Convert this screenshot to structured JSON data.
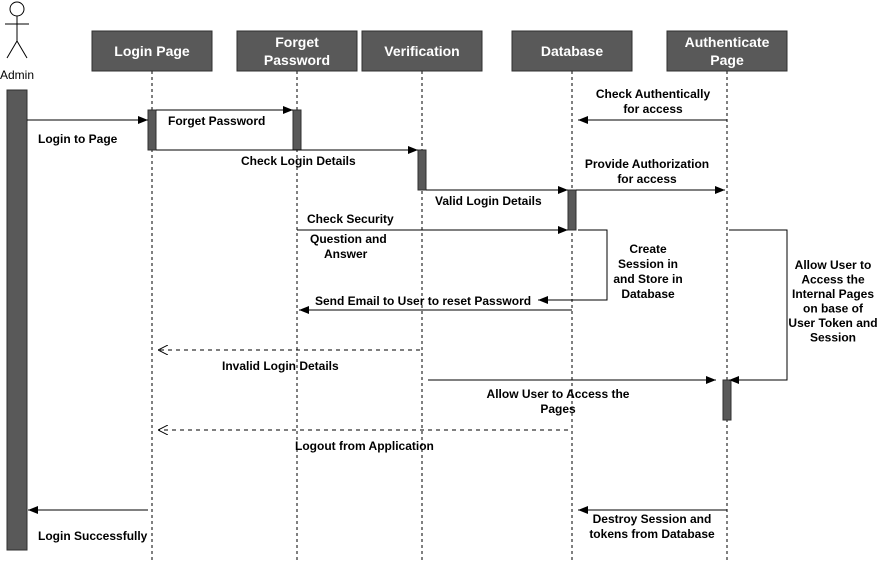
{
  "colors": {
    "participant_fill": "#595959",
    "participant_stroke": "#2f2f2f",
    "activation_fill": "#595959",
    "line": "#000000",
    "text_on_box": "#ffffff"
  },
  "actor": {
    "name": "Admin",
    "icon": "stick-figure-icon"
  },
  "participants": [
    {
      "id": "login",
      "label": [
        "Login Page"
      ]
    },
    {
      "id": "forget",
      "label": [
        "Forget",
        "Password"
      ]
    },
    {
      "id": "verify",
      "label": [
        "Verification"
      ]
    },
    {
      "id": "db",
      "label": [
        "Database"
      ]
    },
    {
      "id": "auth",
      "label": [
        "Authenticate",
        "Page"
      ]
    }
  ],
  "messages": [
    {
      "id": "check-authentically",
      "from": "auth",
      "to": "db",
      "style": "solid",
      "label": [
        "Check Authentically",
        "for access"
      ]
    },
    {
      "id": "login-to-page",
      "from": "admin",
      "to": "login",
      "style": "solid",
      "label": [
        "Login to Page"
      ]
    },
    {
      "id": "forget-password",
      "from": "login",
      "to": "forget",
      "style": "solid",
      "label": [
        "Forget Password"
      ]
    },
    {
      "id": "check-login-details",
      "from": "login",
      "to": "verify",
      "style": "solid",
      "label": [
        "Check Login Details"
      ]
    },
    {
      "id": "provide-authorization",
      "from": "db",
      "to": "auth",
      "style": "solid",
      "label": [
        "Provide Authorization",
        "for access"
      ]
    },
    {
      "id": "valid-login-details",
      "from": "verify",
      "to": "db",
      "style": "solid",
      "label": [
        "Valid Login Details"
      ]
    },
    {
      "id": "check-security",
      "from": "forget",
      "to": "db",
      "style": "solid",
      "label": [
        "Check Security",
        "Question and",
        "Answer"
      ]
    },
    {
      "id": "create-session",
      "from": "db",
      "to": "db",
      "style": "solid",
      "label": [
        "Create",
        "Session in",
        "and Store in",
        "Database"
      ]
    },
    {
      "id": "send-email",
      "from": "db",
      "to": "forget",
      "style": "solid",
      "label": [
        "Send Email to User to reset Password"
      ]
    },
    {
      "id": "allow-internal-pages",
      "from": "auth",
      "to": "auth",
      "style": "solid",
      "label": [
        "Allow User to",
        "Access the",
        "Internal Pages",
        "on base of",
        "User Token and",
        "Session"
      ]
    },
    {
      "id": "invalid-login-details",
      "from": "verify",
      "to": "login",
      "style": "dashed",
      "label": [
        "Invalid Login Details"
      ]
    },
    {
      "id": "allow-access-pages",
      "from": "verify",
      "to": "auth",
      "style": "solid",
      "label": [
        "Allow User to Access the",
        "Pages"
      ]
    },
    {
      "id": "logout",
      "from": "db",
      "to": "login",
      "style": "dashed",
      "label": [
        "Logout from Application"
      ]
    },
    {
      "id": "login-successfully",
      "from": "login",
      "to": "admin",
      "style": "solid",
      "label": [
        "Login Successfully"
      ]
    },
    {
      "id": "destroy-session",
      "from": "auth",
      "to": "db",
      "style": "solid",
      "label": [
        "Destroy Session and",
        "tokens from Database"
      ]
    }
  ]
}
